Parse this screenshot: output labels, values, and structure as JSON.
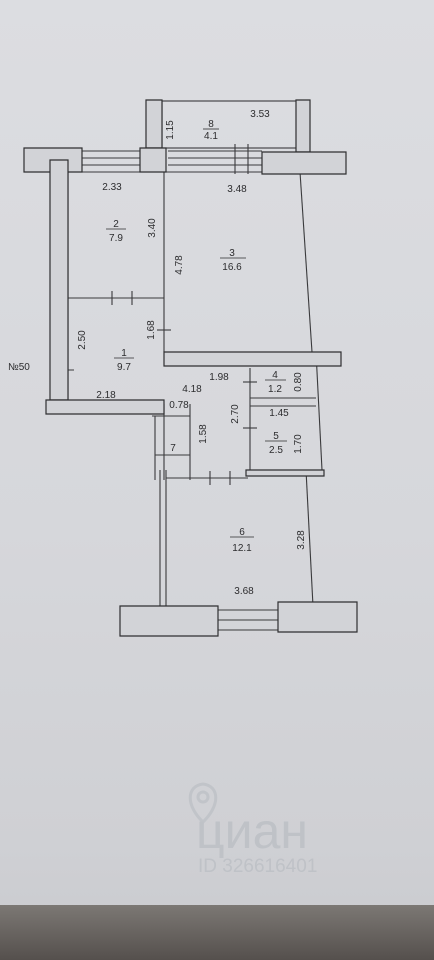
{
  "plan": {
    "apartment_label": "№50",
    "rooms": [
      {
        "num": "1",
        "area": "9.7"
      },
      {
        "num": "2",
        "area": "7.9"
      },
      {
        "num": "3",
        "area": "16.6"
      },
      {
        "num": "4",
        "area": "1.2"
      },
      {
        "num": "5",
        "area": "2.5"
      },
      {
        "num": "6",
        "area": "12.1"
      },
      {
        "num": "7"
      },
      {
        "num": "8",
        "area": "4.1"
      }
    ],
    "dimensions": [
      "3.53",
      "1.15",
      "2.33",
      "3.48",
      "3.40",
      "4.78",
      "2.50",
      "1.68",
      "2.18",
      "1.98",
      "0.80",
      "4.18",
      "0.78",
      "1.58",
      "2.70",
      "1.45",
      "1.70",
      "3.28",
      "3.68"
    ]
  },
  "watermark": {
    "brand": "циан",
    "id_text": "ID 326616401"
  }
}
